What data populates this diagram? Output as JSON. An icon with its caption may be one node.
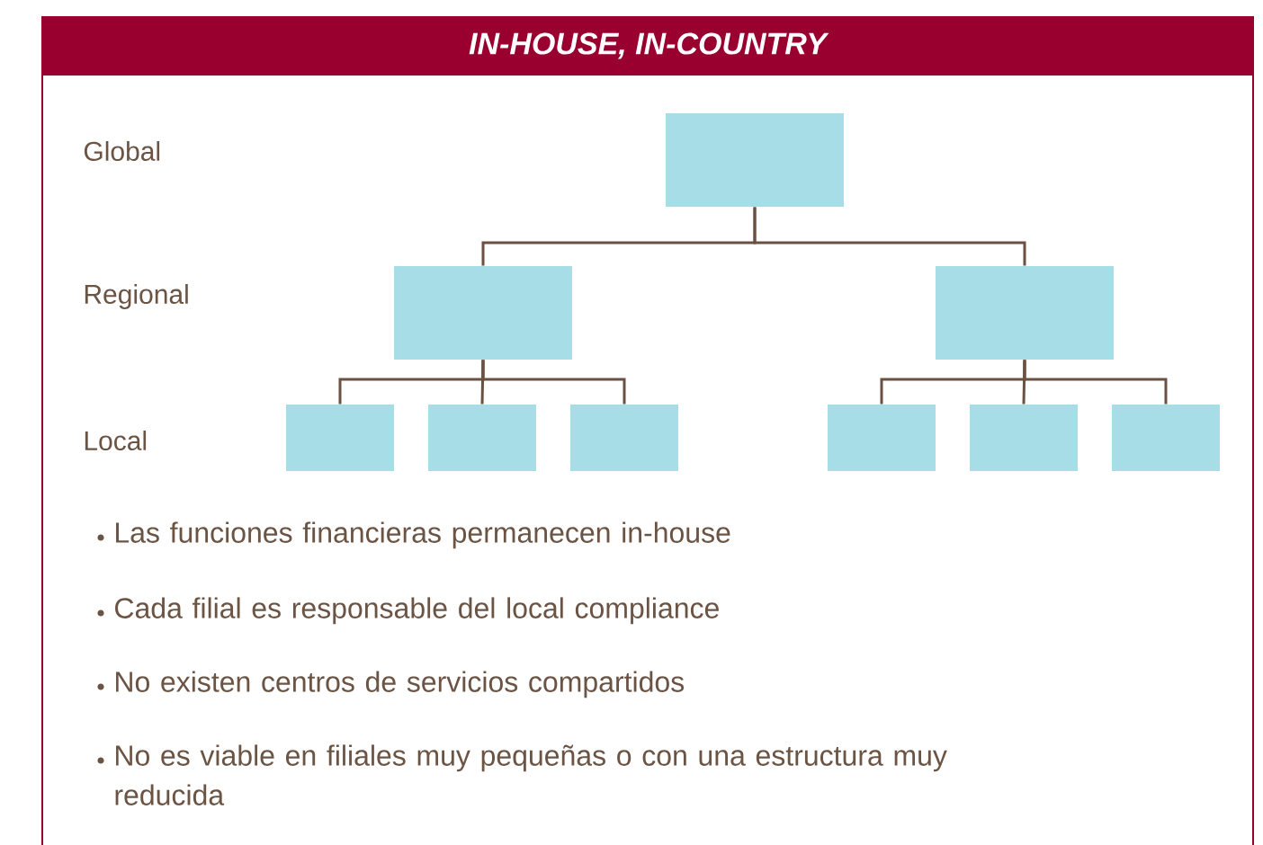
{
  "diagram": {
    "title": "IN-HOUSE, IN-COUNTRY",
    "nodes": [
      {
        "text": [],
        "shape": "box"
      },
      {
        "text": [],
        "shape": "box"
      },
      {
        "text": [],
        "shape": "box"
      },
      {
        "text": [],
        "shape": "box"
      },
      {
        "text": [],
        "shape": "box"
      },
      {
        "text": [],
        "shape": "box"
      },
      {
        "text": [],
        "shape": "box"
      },
      {
        "text": [],
        "shape": "box"
      },
      {
        "text": [],
        "shape": "box"
      }
    ],
    "edges": [
      {
        "from": 0,
        "to": 1,
        "arrow": "none"
      },
      {
        "from": 0,
        "to": 2,
        "arrow": "none"
      },
      {
        "from": 1,
        "to": 3,
        "arrow": "none"
      },
      {
        "from": 1,
        "to": 4,
        "arrow": "none"
      },
      {
        "from": 1,
        "to": 5,
        "arrow": "none"
      },
      {
        "from": 2,
        "to": 6,
        "arrow": "none"
      },
      {
        "from": 2,
        "to": 7,
        "arrow": "none"
      },
      {
        "from": 2,
        "to": 8,
        "arrow": "none"
      }
    ],
    "labels": [
      "Global",
      "Regional",
      "Local",
      "Las funciones financieras permanecen in-house",
      "Cada filial es responsable del local compliance",
      "No existen centros de servicios compartidos",
      "No es viable en filiales muy pequeñas o con una estructura muy reducida"
    ]
  }
}
